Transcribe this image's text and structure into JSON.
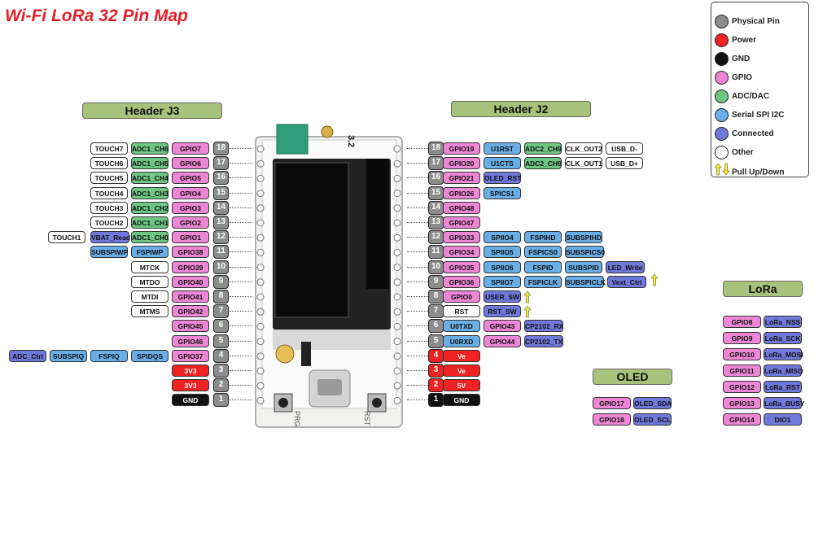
{
  "title": "Wi-Fi LoRa 32 Pin Map",
  "headers": {
    "j3": "Header J3",
    "j2": "Header J2",
    "lora": "LoRa",
    "oled": "OLED"
  },
  "colors": {
    "gpio": "#ee86d6",
    "adc": "#6ec584",
    "spi": "#6aaee8",
    "connected": "#6f78db",
    "other": "#ffffff",
    "power": "#ee2222",
    "gnd": "#111111",
    "physical": "#8c8c8c",
    "pull": "#f5f020"
  },
  "legend": [
    {
      "label": "Physical Pin",
      "color": "phys"
    },
    {
      "label": "Power",
      "color": "power"
    },
    {
      "label": "GND",
      "color": "gnd"
    },
    {
      "label": "GPIO",
      "color": "gpio"
    },
    {
      "label": "ADC/DAC",
      "color": "adc"
    },
    {
      "label": "Serial SPI I2C",
      "color": "spi"
    },
    {
      "label": "Connected",
      "color": "conn"
    },
    {
      "label": "Other",
      "color": "other"
    },
    {
      "label": "Pull Up/Down",
      "color": "arrow"
    }
  ],
  "j3": [
    {
      "num": "18",
      "numColor": "phys",
      "labels": [
        [
          "GPIO7",
          "gpio"
        ],
        [
          "ADC1_CH6",
          "adc"
        ],
        [
          "TOUCH7",
          "other"
        ]
      ]
    },
    {
      "num": "17",
      "numColor": "phys",
      "labels": [
        [
          "GPIO6",
          "gpio"
        ],
        [
          "ADC1_CH5",
          "adc"
        ],
        [
          "TOUCH6",
          "other"
        ]
      ]
    },
    {
      "num": "16",
      "numColor": "phys",
      "labels": [
        [
          "GPIO5",
          "gpio"
        ],
        [
          "ADC1_CH4",
          "adc"
        ],
        [
          "TOUCH5",
          "other"
        ]
      ]
    },
    {
      "num": "15",
      "numColor": "phys",
      "labels": [
        [
          "GPIO4",
          "gpio"
        ],
        [
          "ADC1_CH3",
          "adc"
        ],
        [
          "TOUCH4",
          "other"
        ]
      ]
    },
    {
      "num": "14",
      "numColor": "phys",
      "labels": [
        [
          "GPIO3",
          "gpio"
        ],
        [
          "ADC1_CH2",
          "adc"
        ],
        [
          "TOUCH3",
          "other"
        ]
      ]
    },
    {
      "num": "13",
      "numColor": "phys",
      "labels": [
        [
          "GPIO2",
          "gpio"
        ],
        [
          "ADC1_CH1",
          "adc"
        ],
        [
          "TOUCH2",
          "other"
        ]
      ]
    },
    {
      "num": "12",
      "numColor": "phys",
      "labels": [
        [
          "GPIO1",
          "gpio"
        ],
        [
          "ADC1_CH0",
          "adc"
        ],
        [
          "VBAT_Read",
          "conn"
        ],
        [
          "TOUCH1",
          "other"
        ]
      ]
    },
    {
      "num": "11",
      "numColor": "phys",
      "labels": [
        [
          "GPIO38",
          "gpio"
        ],
        [
          "FSPIWP",
          "spi"
        ],
        [
          "SUBSPIWP",
          "spi"
        ]
      ]
    },
    {
      "num": "10",
      "numColor": "phys",
      "labels": [
        [
          "GPIO39",
          "gpio"
        ],
        [
          "MTCK",
          "other"
        ]
      ]
    },
    {
      "num": "9",
      "numColor": "phys",
      "labels": [
        [
          "GPIO40",
          "gpio"
        ],
        [
          "MTDO",
          "other"
        ]
      ]
    },
    {
      "num": "8",
      "numColor": "phys",
      "labels": [
        [
          "GPIO41",
          "gpio"
        ],
        [
          "MTDI",
          "other"
        ]
      ]
    },
    {
      "num": "7",
      "numColor": "phys",
      "labels": [
        [
          "GPIO42",
          "gpio"
        ],
        [
          "MTMS",
          "other"
        ]
      ]
    },
    {
      "num": "6",
      "numColor": "phys",
      "labels": [
        [
          "GPIO45",
          "gpio"
        ]
      ]
    },
    {
      "num": "5",
      "numColor": "phys",
      "labels": [
        [
          "GPIO46",
          "gpio"
        ]
      ]
    },
    {
      "num": "4",
      "numColor": "phys",
      "labels": [
        [
          "GPIO37",
          "gpio"
        ],
        [
          "SPIDQS",
          "spi"
        ],
        [
          "FSPIQ",
          "spi"
        ],
        [
          "SUBSPIQ",
          "spi"
        ],
        [
          "ADC_Ctrl",
          "conn"
        ]
      ]
    },
    {
      "num": "3",
      "numColor": "phys",
      "labels": [
        [
          "3V3",
          "power"
        ]
      ]
    },
    {
      "num": "2",
      "numColor": "phys",
      "labels": [
        [
          "3V3",
          "power"
        ]
      ]
    },
    {
      "num": "1",
      "numColor": "phys",
      "labels": [
        [
          "GND",
          "gnd"
        ]
      ]
    }
  ],
  "j2": [
    {
      "num": "18",
      "numColor": "phys",
      "labels": [
        [
          "GPIO19",
          "gpio"
        ],
        [
          "U1RST",
          "spi"
        ],
        [
          "ADC2_CH9",
          "adc"
        ],
        [
          "CLK_OUT2",
          "other"
        ],
        [
          "USB_D-",
          "other"
        ]
      ]
    },
    {
      "num": "17",
      "numColor": "phys",
      "labels": [
        [
          "GPIO20",
          "gpio"
        ],
        [
          "U1CTS",
          "spi"
        ],
        [
          "ADC2_CH9",
          "adc"
        ],
        [
          "CLK_OUT1",
          "other"
        ],
        [
          "USB_D+",
          "other"
        ]
      ]
    },
    {
      "num": "16",
      "numColor": "phys",
      "labels": [
        [
          "GPIO21",
          "gpio"
        ],
        [
          "OLED_RST",
          "conn"
        ]
      ]
    },
    {
      "num": "15",
      "numColor": "phys",
      "labels": [
        [
          "GPIO26",
          "gpio"
        ],
        [
          "SPICS1",
          "spi"
        ]
      ]
    },
    {
      "num": "14",
      "numColor": "phys",
      "labels": [
        [
          "GPIO48",
          "gpio"
        ]
      ]
    },
    {
      "num": "13",
      "numColor": "phys",
      "labels": [
        [
          "GPIO47",
          "gpio"
        ]
      ]
    },
    {
      "num": "12",
      "numColor": "phys",
      "labels": [
        [
          "GPIO33",
          "gpio"
        ],
        [
          "SPIIO4",
          "spi"
        ],
        [
          "FSPIHD",
          "spi"
        ],
        [
          "SUBSPIHD",
          "spi"
        ]
      ]
    },
    {
      "num": "11",
      "numColor": "phys",
      "labels": [
        [
          "GPIO34",
          "gpio"
        ],
        [
          "SPIIO5",
          "spi"
        ],
        [
          "FSPICS0",
          "spi"
        ],
        [
          "SUBSPICS0",
          "spi"
        ]
      ]
    },
    {
      "num": "10",
      "numColor": "phys",
      "labels": [
        [
          "GPIO35",
          "gpio"
        ],
        [
          "SPIIO6",
          "spi"
        ],
        [
          "FSPID",
          "spi"
        ],
        [
          "SUBSPID",
          "spi"
        ],
        [
          "LED_Write",
          "conn"
        ]
      ]
    },
    {
      "num": "9",
      "numColor": "phys",
      "labels": [
        [
          "GPIO36",
          "gpio"
        ],
        [
          "SPIIO7",
          "spi"
        ],
        [
          "FSPICLK",
          "spi"
        ],
        [
          "SUBSPICLK",
          "spi"
        ],
        [
          "Vext_Ctrl",
          "conn"
        ]
      ]
    },
    {
      "num": "8",
      "numColor": "phys",
      "labels": [
        [
          "GPIO0",
          "gpio"
        ],
        [
          "USER_SW",
          "conn"
        ]
      ]
    },
    {
      "num": "7",
      "numColor": "phys",
      "labels": [
        [
          "RST",
          "other"
        ],
        [
          "RST_SW",
          "conn"
        ]
      ]
    },
    {
      "num": "6",
      "numColor": "phys",
      "labels": [
        [
          "U0TXD",
          "spi"
        ],
        [
          "GPIO43",
          "gpio"
        ],
        [
          "CP2102_RX",
          "conn"
        ]
      ]
    },
    {
      "num": "5",
      "numColor": "phys",
      "labels": [
        [
          "U0RXD",
          "spi"
        ],
        [
          "GPIO44",
          "gpio"
        ],
        [
          "CP2102_TX",
          "conn"
        ]
      ]
    },
    {
      "num": "4",
      "numColor": "phys",
      "labels": [
        [
          "Ve",
          "power"
        ]
      ]
    },
    {
      "num": "3",
      "numColor": "phys",
      "labels": [
        [
          "Ve",
          "power"
        ]
      ]
    },
    {
      "num": "2",
      "numColor": "phys",
      "labels": [
        [
          "5V",
          "power"
        ]
      ]
    },
    {
      "num": "1",
      "numColor": "phys",
      "labels": [
        [
          "GND",
          "gnd"
        ]
      ]
    }
  ],
  "lora": [
    [
      [
        "GPIO8",
        "gpio"
      ],
      [
        "LoRa_NSS",
        "conn"
      ]
    ],
    [
      [
        "GPIO9",
        "gpio"
      ],
      [
        "LoRa_SCK",
        "conn"
      ]
    ],
    [
      [
        "GPIO10",
        "gpio"
      ],
      [
        "LoRa_MOSI",
        "conn"
      ]
    ],
    [
      [
        "GPIO11",
        "gpio"
      ],
      [
        "LoRa_MISO",
        "conn"
      ]
    ],
    [
      [
        "GPIO12",
        "gpio"
      ],
      [
        "LoRa_RST",
        "conn"
      ]
    ],
    [
      [
        "GPIO13",
        "gpio"
      ],
      [
        "LoRa_BUSY",
        "conn"
      ]
    ],
    [
      [
        "GPIO14",
        "gpio"
      ],
      [
        "DIO1",
        "conn"
      ]
    ]
  ],
  "oled": [
    [
      [
        "GPIO17",
        "gpio"
      ],
      [
        "OLED_SDA",
        "conn"
      ]
    ],
    [
      [
        "GPIO18",
        "gpio"
      ],
      [
        "OLED_SCL",
        "conn"
      ]
    ]
  ],
  "board": {
    "version": "3.2",
    "btn_left": "PRG",
    "btn_right": "RST"
  }
}
